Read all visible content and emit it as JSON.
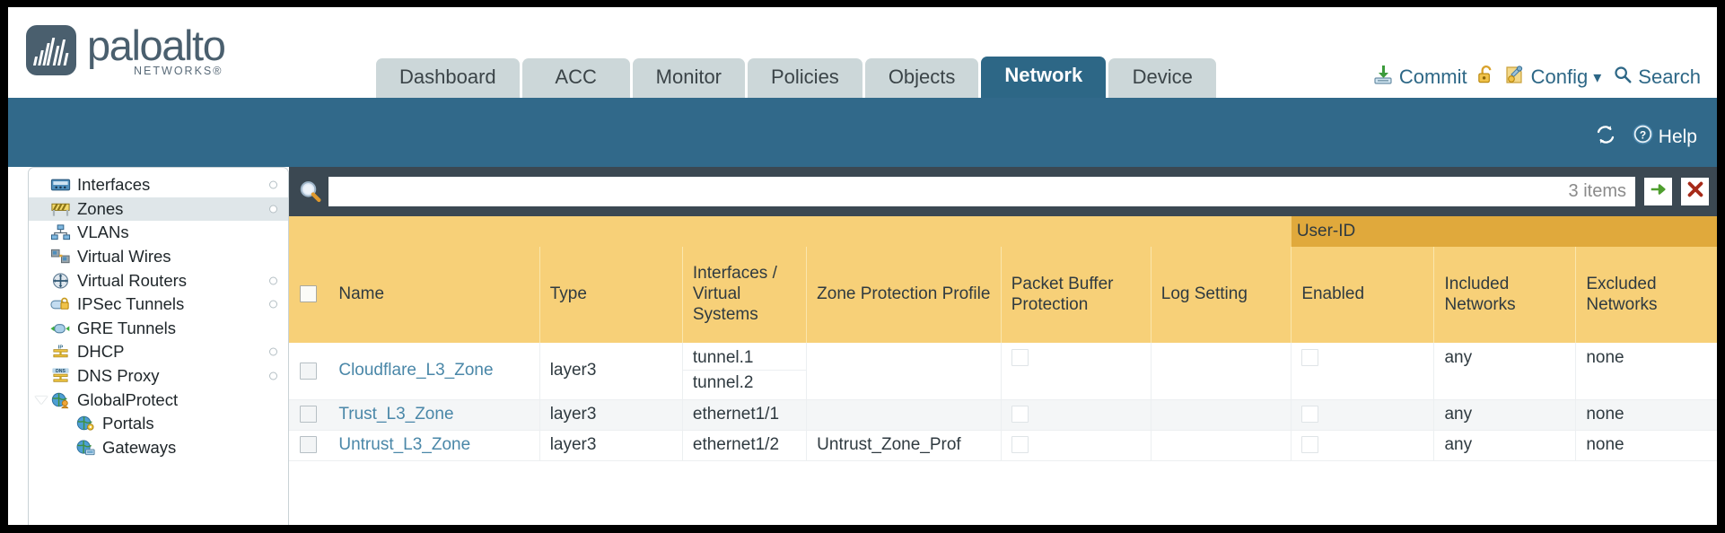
{
  "brand": {
    "name": "paloalto",
    "sub": "NETWORKS®"
  },
  "header": {
    "tabs": [
      {
        "label": "Dashboard",
        "active": false
      },
      {
        "label": "ACC",
        "active": false
      },
      {
        "label": "Monitor",
        "active": false
      },
      {
        "label": "Policies",
        "active": false
      },
      {
        "label": "Objects",
        "active": false
      },
      {
        "label": "Network",
        "active": true
      },
      {
        "label": "Device",
        "active": false
      }
    ],
    "actions": [
      {
        "label": "Commit",
        "icon": "commit-save-icon"
      },
      {
        "label": "",
        "icon": "unlock-icon"
      },
      {
        "label": "Config",
        "icon": "config-wrench-icon",
        "caret": "▾"
      },
      {
        "label": "Search",
        "icon": "search-magnifier-icon"
      }
    ]
  },
  "blue_bar": {
    "refresh_icon": "refresh-icon",
    "help_label": "Help",
    "help_icon": "help-question-icon"
  },
  "sidebar": {
    "items": [
      {
        "label": "Interfaces",
        "icon": "interfaces-icon",
        "dot": true,
        "selected": false,
        "child": false,
        "caret": false
      },
      {
        "label": "Zones",
        "icon": "zones-barrier-icon",
        "dot": true,
        "selected": true,
        "child": false,
        "caret": false
      },
      {
        "label": "VLANs",
        "icon": "vlans-icon",
        "dot": false,
        "selected": false,
        "child": false,
        "caret": false
      },
      {
        "label": "Virtual Wires",
        "icon": "virtual-wires-icon",
        "dot": false,
        "selected": false,
        "child": false,
        "caret": false
      },
      {
        "label": "Virtual Routers",
        "icon": "virtual-routers-icon",
        "dot": true,
        "selected": false,
        "child": false,
        "caret": false
      },
      {
        "label": "IPSec Tunnels",
        "icon": "ipsec-tunnels-icon",
        "dot": true,
        "selected": false,
        "child": false,
        "caret": false
      },
      {
        "label": "GRE Tunnels",
        "icon": "gre-tunnels-icon",
        "dot": false,
        "selected": false,
        "child": false,
        "caret": false
      },
      {
        "label": "DHCP",
        "icon": "dhcp-icon",
        "dot": true,
        "selected": false,
        "child": false,
        "caret": false
      },
      {
        "label": "DNS Proxy",
        "icon": "dns-proxy-icon",
        "dot": true,
        "selected": false,
        "child": false,
        "caret": false
      },
      {
        "label": "GlobalProtect",
        "icon": "globalprotect-icon",
        "dot": false,
        "selected": false,
        "child": false,
        "caret": true
      },
      {
        "label": "Portals",
        "icon": "portals-icon",
        "dot": false,
        "selected": false,
        "child": true,
        "caret": false
      },
      {
        "label": "Gateways",
        "icon": "gateways-icon",
        "dot": false,
        "selected": false,
        "child": true,
        "caret": false
      }
    ]
  },
  "search": {
    "value": "",
    "placeholder": "",
    "item_count": "3 items",
    "apply_icon": "green-arrow-apply-icon",
    "clear_icon": "red-x-clear-icon"
  },
  "table": {
    "group_header": {
      "label": "User-ID",
      "span": 3
    },
    "columns": [
      "Name",
      "Type",
      "Interfaces / Virtual Systems",
      "Zone Protection Profile",
      "Packet Buffer Protection",
      "Log Setting",
      "Enabled",
      "Included Networks",
      "Excluded Networks"
    ],
    "rows": [
      {
        "name": "Cloudflare_L3_Zone",
        "type": "layer3",
        "interfaces": [
          "tunnel.1",
          "tunnel.2"
        ],
        "zone_protection_profile": "",
        "packet_buffer_protection": false,
        "log_setting": "",
        "userid_enabled": false,
        "included_networks": "any",
        "excluded_networks": "none"
      },
      {
        "name": "Trust_L3_Zone",
        "type": "layer3",
        "interfaces": [
          "ethernet1/1"
        ],
        "zone_protection_profile": "",
        "packet_buffer_protection": false,
        "log_setting": "",
        "userid_enabled": false,
        "included_networks": "any",
        "excluded_networks": "none"
      },
      {
        "name": "Untrust_L3_Zone",
        "type": "layer3",
        "interfaces": [
          "ethernet1/2"
        ],
        "zone_protection_profile": "Untrust_Zone_Prof",
        "packet_buffer_protection": false,
        "log_setting": "",
        "userid_enabled": false,
        "included_networks": "any",
        "excluded_networks": "none"
      }
    ]
  },
  "colors": {
    "brand_slate": "#4a5f6e",
    "tab_active": "#2d6786",
    "tab_inactive": "#ccd7d9",
    "blue_band": "#31698a",
    "table_header": "#f7d078",
    "group_header": "#e0a93c",
    "link": "#4a87a8",
    "content_bg": "#3b4852"
  }
}
